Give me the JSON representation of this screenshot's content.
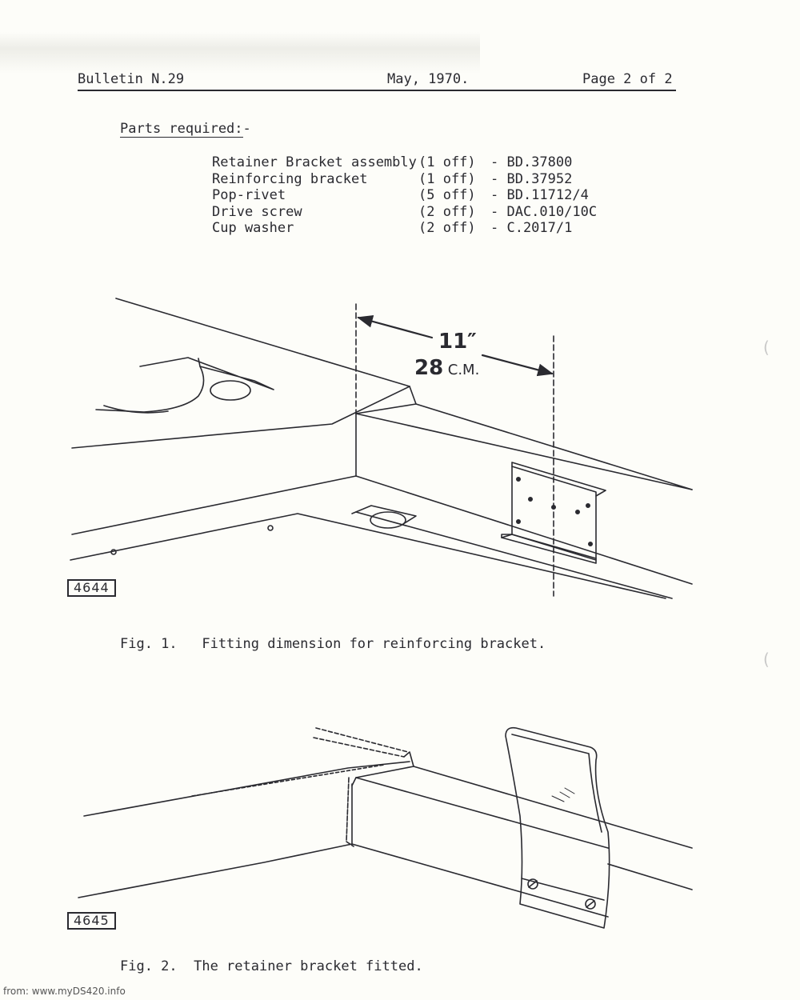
{
  "header": {
    "bulletin": "Bulletin N.29",
    "date": "May, 1970.",
    "page": "Page 2 of 2"
  },
  "parts": {
    "title": "Parts required:",
    "title_suffix": "-",
    "items": [
      {
        "name": "Retainer Bracket assembly",
        "qty": "(1 off)",
        "part": "- BD.37800"
      },
      {
        "name": "Reinforcing bracket",
        "qty": "(1 off)",
        "part": "- BD.37952"
      },
      {
        "name": "Pop-rivet",
        "qty": "(5 off)",
        "part": "- BD.11712/4"
      },
      {
        "name": "Drive screw",
        "qty": "(2 off)",
        "part": "- DAC.010/10C"
      },
      {
        "name": "Cup washer",
        "qty": "(2 off)",
        "part": "- C.2017/1"
      }
    ]
  },
  "figure1": {
    "number": "4644",
    "dim_inches": "11″",
    "dim_cm_value": "28",
    "dim_cm_unit": "C.M.",
    "caption": "Fig. 1.   Fitting dimension for reinforcing bracket."
  },
  "figure2": {
    "number": "4645",
    "caption": "Fig. 2.  The retainer bracket fitted."
  },
  "footer": {
    "source": "from: www.myDS420.info"
  }
}
